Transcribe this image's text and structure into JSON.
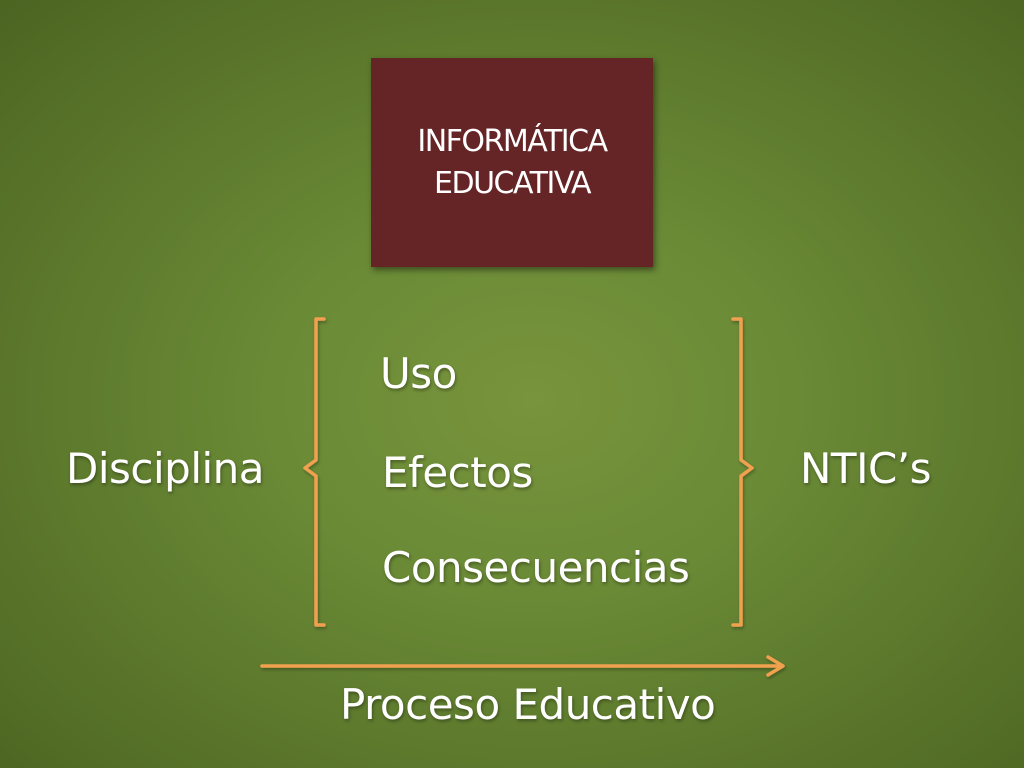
{
  "slide": {
    "title_lines": [
      "INFORMÁTICA",
      "EDUCATIVA"
    ],
    "center_items": [
      "Uso",
      "Efectos",
      "Consecuencias"
    ],
    "left_label": "Disciplina",
    "right_label": "NTIC’s",
    "bottom_label": "Proceso Educativo"
  },
  "colors": {
    "background": "#6a8a36",
    "title_box": "#652526",
    "bracket": "#f0a050",
    "text": "#ffffff"
  }
}
